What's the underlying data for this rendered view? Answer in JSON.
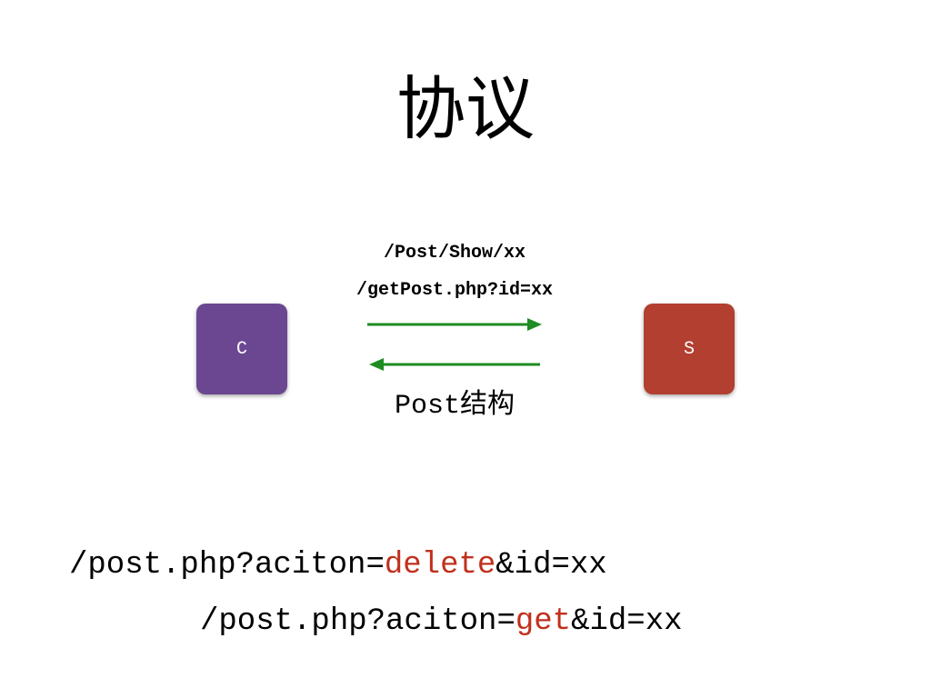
{
  "title": "协议",
  "diagram": {
    "client": {
      "label": "C",
      "color": "#6b4791"
    },
    "server": {
      "label": "S",
      "color": "#b23f2f"
    },
    "arrow_color": "#1e8c22",
    "request_labels": [
      "/Post/Show/xx",
      "/getPost.php?id=xx"
    ],
    "response_label": {
      "prefix": "Post",
      "suffix": "结构"
    }
  },
  "urls": [
    {
      "prefix": "/post.php?aciton=",
      "action": "delete",
      "suffix": "&id=xx"
    },
    {
      "prefix": "/post.php?aciton=",
      "action": "get",
      "suffix": "&id=xx"
    }
  ],
  "highlight_color": "#c0301c"
}
